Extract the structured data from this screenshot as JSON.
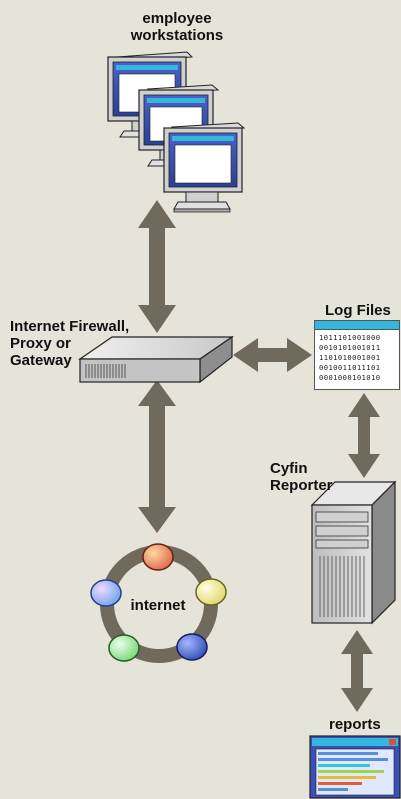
{
  "labels": {
    "workstations_line1": "employee",
    "workstations_line2": "workstations",
    "firewall_line1": "Internet Firewall,",
    "firewall_line2": "Proxy or",
    "firewall_line3": "Gateway",
    "log_files": "Log Files",
    "reporter_line1": "Cyfin",
    "reporter_line2": "Reporter",
    "internet": "internet",
    "reports": "reports"
  },
  "log_lines": [
    "1011101001000",
    "0010101001011",
    "1101010001001",
    "0010011011101",
    "0001000101010"
  ],
  "colors": {
    "background": "#e6e3d8",
    "arrow": "#6f6a5c",
    "screen_accent": "#35b6dc",
    "node_red": "#e06a50",
    "node_yellow": "#e8e070",
    "node_blue": "#6fa8e8",
    "node_green": "#8ee07a",
    "node_navy": "#3a4fb8"
  }
}
